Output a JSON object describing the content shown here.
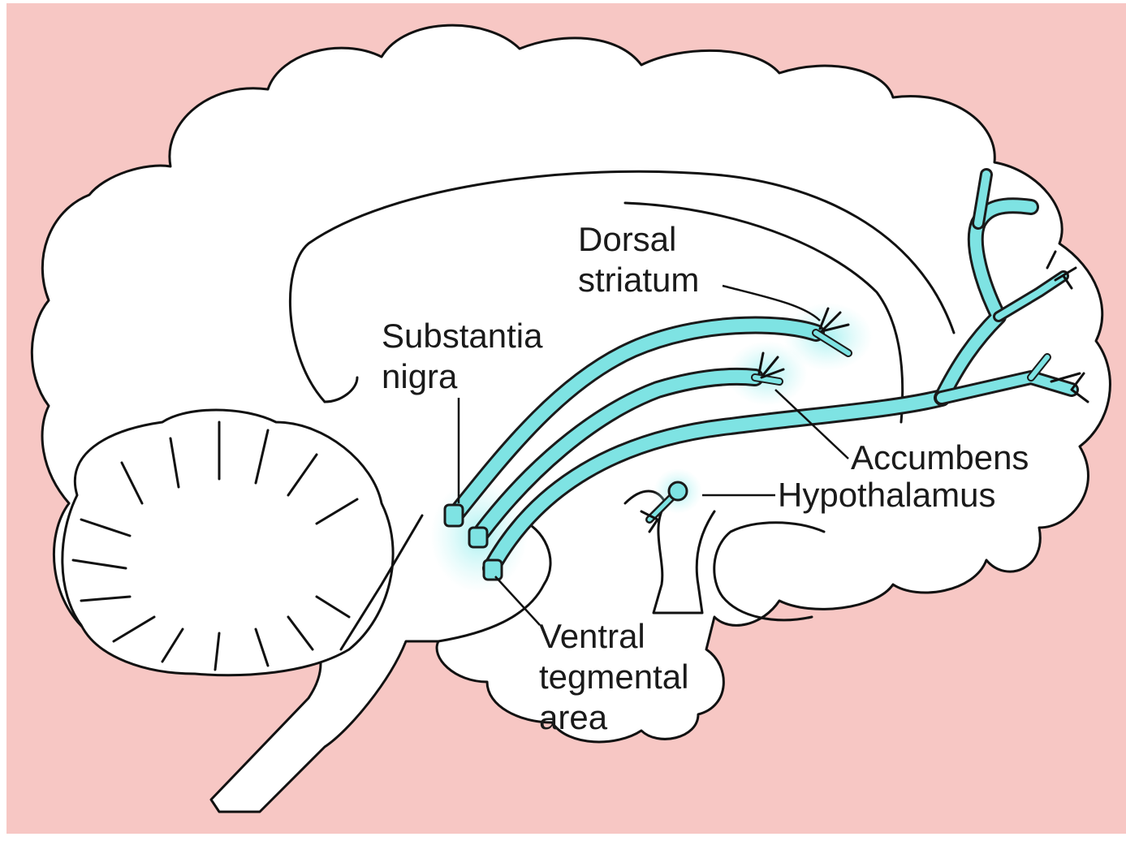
{
  "colors": {
    "background": "#f7c7c4",
    "pathway": "#7ee3e3",
    "glow": "#bff2f2",
    "outline": "#111111",
    "brain": "#ffffff"
  },
  "labels": {
    "dorsal_striatum": [
      "Dorsal",
      "striatum"
    ],
    "substantia_nigra": [
      "Substantia",
      "nigra"
    ],
    "accumbens": "Accumbens",
    "hypothalamus": "Hypothalamus",
    "ventral_tegmental_area": [
      "Ventral",
      "tegmental",
      "area"
    ]
  }
}
